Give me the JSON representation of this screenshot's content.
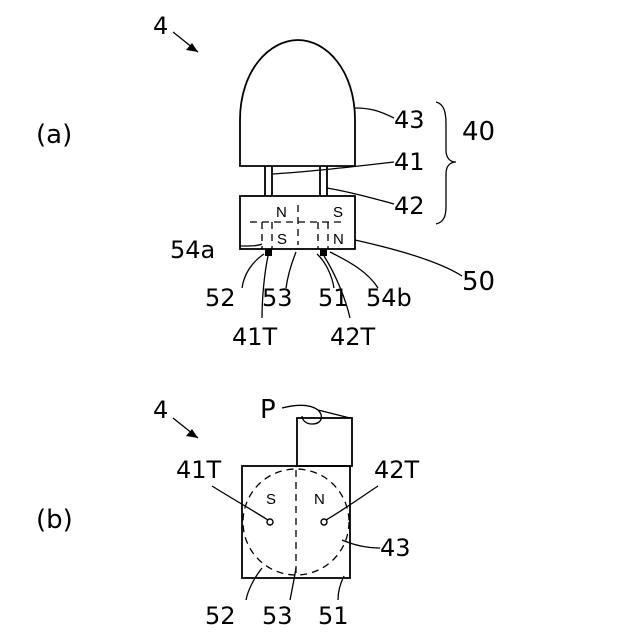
{
  "figure_a": {
    "panel_label": "(a)",
    "ref_main": "4",
    "labels": {
      "l43": "43",
      "l41": "41",
      "l42": "42",
      "l40": "40",
      "l54a": "54a",
      "l50": "50",
      "l52": "52",
      "l53": "53",
      "l51": "51",
      "l54b": "54b",
      "l41T": "41T",
      "l42T": "42T"
    },
    "poles": {
      "left_top": "N",
      "left_bottom": "S",
      "right_top": "S",
      "right_bottom": "N"
    }
  },
  "figure_b": {
    "panel_label": "(b)",
    "ref_main": "4",
    "labels": {
      "P": "P",
      "l41T": "41T",
      "l42T": "42T",
      "l43": "43",
      "l52": "52",
      "l53": "53",
      "l51": "51"
    },
    "poles": {
      "left": "S",
      "right": "N"
    }
  }
}
